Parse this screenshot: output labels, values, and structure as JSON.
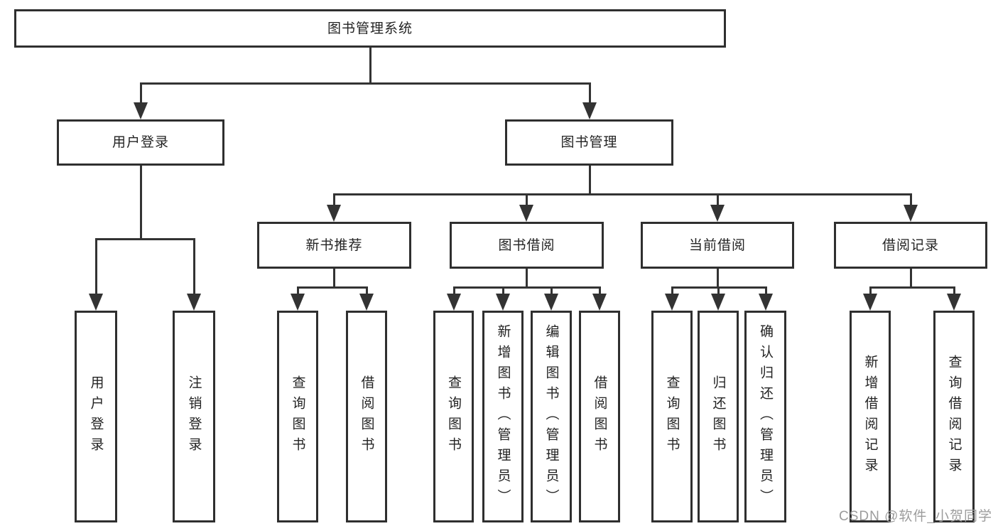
{
  "diagram_type": "hierarchy",
  "tree": {
    "label": "图书管理系统",
    "children": [
      {
        "label": "用户登录",
        "children": [
          {
            "label": "用户登录"
          },
          {
            "label": "注销登录"
          }
        ]
      },
      {
        "label": "图书管理",
        "children": [
          {
            "label": "新书推荐",
            "children": [
              {
                "label": "查询图书"
              },
              {
                "label": "借阅图书"
              }
            ]
          },
          {
            "label": "图书借阅",
            "children": [
              {
                "label": "查询图书"
              },
              {
                "label": "新增图书（管理员）"
              },
              {
                "label": "编辑图书（管理员）"
              },
              {
                "label": "借阅图书"
              }
            ]
          },
          {
            "label": "当前借阅",
            "children": [
              {
                "label": "查询图书"
              },
              {
                "label": "归还图书"
              },
              {
                "label": "确认归还（管理员）"
              }
            ]
          },
          {
            "label": "借阅记录",
            "children": [
              {
                "label": "新增借阅记录"
              },
              {
                "label": "查询借阅记录"
              }
            ]
          }
        ]
      }
    ]
  },
  "watermark": "CSDN @软件_小贺同学",
  "colors": {
    "line": "#333333",
    "box_border": "#2f2f2f",
    "text": "#232323",
    "watermark": "#9c9c9c",
    "background": "#ffffff"
  }
}
